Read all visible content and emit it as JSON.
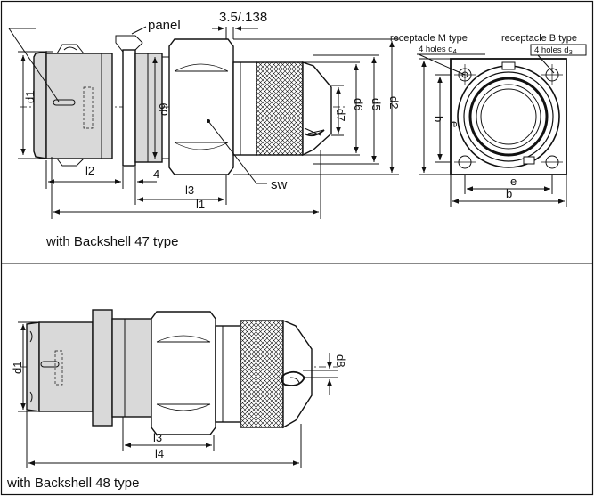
{
  "labels": {
    "panel": "panel",
    "spacing": "3.5/.138",
    "receptacle_m": "receptacle M type",
    "receptacle_b": "receptacle B type",
    "holes_d4": "4 holes d",
    "holes_d4_sub": "4",
    "holes_d3": "4 holes d",
    "holes_d3_sub": "3",
    "sw": "sw",
    "backshell_47": "with Backshell 47 type",
    "backshell_48": "with Backshell 48 type"
  },
  "dimensions": {
    "d1": "d1",
    "d2": "d2",
    "d5": "d5",
    "d6": "d6",
    "d7": "d7",
    "d8": "d8",
    "d9": "d9",
    "l1": "l1",
    "l2": "l2",
    "l3": "l3",
    "l4": "l4",
    "four": "4",
    "b": "b",
    "e": "e"
  }
}
